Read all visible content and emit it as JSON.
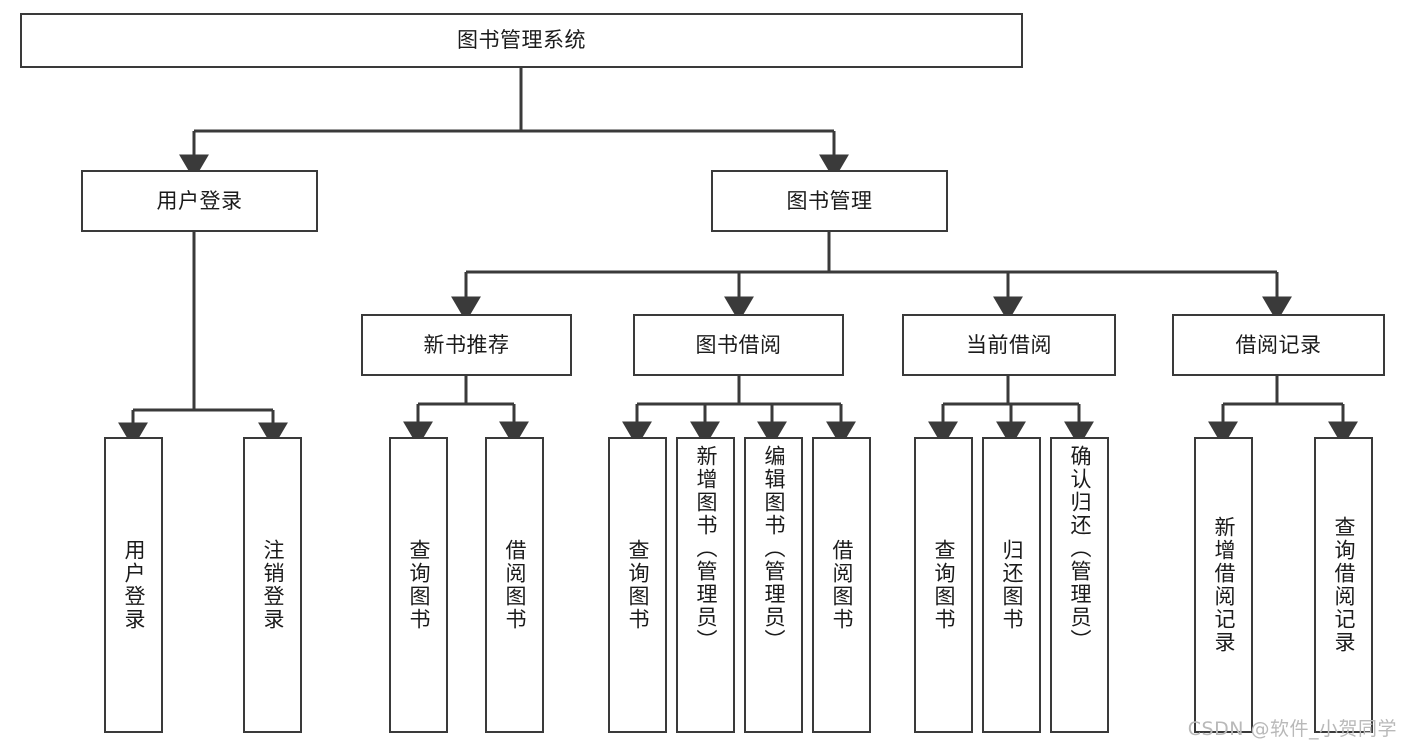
{
  "diagram": {
    "title": "图书管理系统",
    "type": "tree-diagram",
    "background_color": "#ffffff",
    "line_color": "#3a3a3a",
    "box_fill": "#ffffff",
    "watermark": "CSDN @软件_小贺同学"
  },
  "nodes": {
    "root": {
      "label": "图书管理系统"
    },
    "level2": [
      {
        "label": "用户登录"
      },
      {
        "label": "图书管理"
      }
    ],
    "level3": [
      {
        "label": "新书推荐"
      },
      {
        "label": "图书借阅"
      },
      {
        "label": "当前借阅"
      },
      {
        "label": "借阅记录"
      }
    ],
    "leaves": {
      "user_login": [
        {
          "label": "用户登录"
        },
        {
          "label": "注销登录"
        }
      ],
      "new_book_recommend": [
        {
          "label": "查询图书"
        },
        {
          "label": "借阅图书"
        }
      ],
      "book_borrow": [
        {
          "label": "查询图书"
        },
        {
          "label": "新增图书（管理员）"
        },
        {
          "label": "编辑图书（管理员）"
        },
        {
          "label": "借阅图书"
        }
      ],
      "current_borrow": [
        {
          "label": "查询图书"
        },
        {
          "label": "归还图书"
        },
        {
          "label": "确认归还（管理员）"
        }
      ],
      "borrow_record": [
        {
          "label": "新增借阅记录"
        },
        {
          "label": "查询借阅记录"
        }
      ]
    }
  }
}
